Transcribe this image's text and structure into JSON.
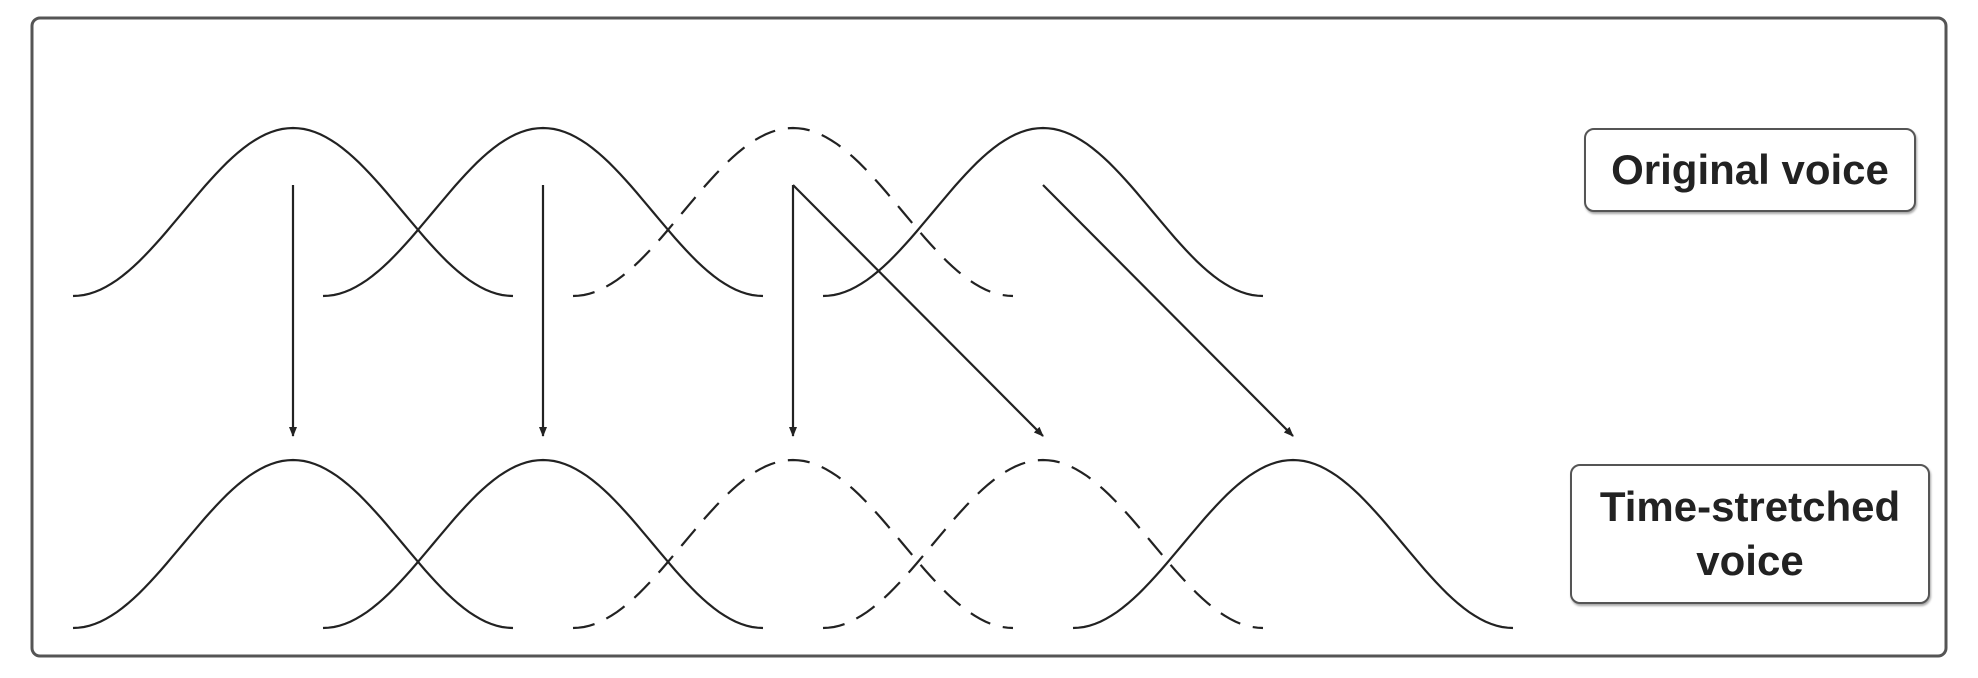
{
  "labels": {
    "original": "Original voice",
    "stretched_line1": "Time-stretched",
    "stretched_line2": "voice"
  },
  "colors": {
    "stroke": "#222222",
    "frame": "#555555"
  },
  "original_pulses": [
    {
      "index": 1,
      "style": "solid"
    },
    {
      "index": 2,
      "style": "solid"
    },
    {
      "index": 3,
      "style": "dashed"
    },
    {
      "index": 4,
      "style": "solid"
    }
  ],
  "stretched_pulses": [
    {
      "index": 1,
      "style": "solid"
    },
    {
      "index": 2,
      "style": "solid"
    },
    {
      "index": 3,
      "style": "dashed"
    },
    {
      "index": 4,
      "style": "dashed"
    },
    {
      "index": 5,
      "style": "solid"
    }
  ],
  "mappings": [
    {
      "from": 1,
      "to": 1
    },
    {
      "from": 2,
      "to": 2
    },
    {
      "from": 3,
      "to": 3
    },
    {
      "from": 3,
      "to": 4
    },
    {
      "from": 4,
      "to": 5
    }
  ]
}
